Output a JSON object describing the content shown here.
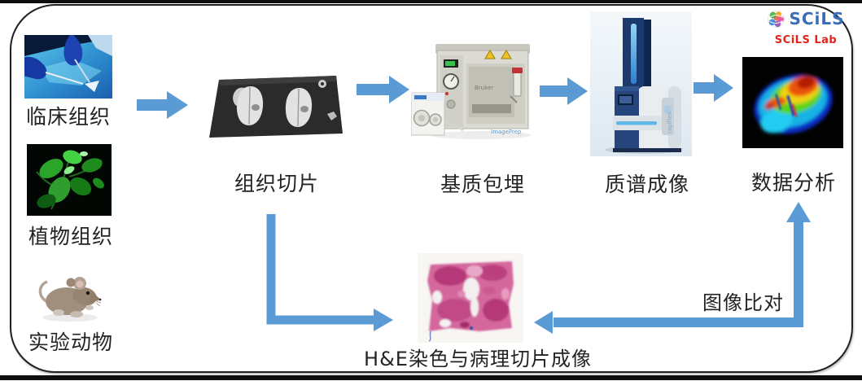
{
  "header": {
    "logo_text": "SCiLS",
    "logo_subtext": "SCiLS Lab"
  },
  "sources": [
    {
      "label": "临床组织",
      "image": "clinical-surgery-photo"
    },
    {
      "label": "植物组织",
      "image": "plant-fluorescence-photo"
    },
    {
      "label": "实验动物",
      "image": "lab-mouse-photo"
    }
  ],
  "steps": [
    {
      "label": "组织切片",
      "image": "tissue-section-slide-photo"
    },
    {
      "label": "基质包埋",
      "image": "matrix-coating-instrument-photo"
    },
    {
      "label": "质谱成像",
      "image": "mass-spectrometer-photo"
    },
    {
      "label": "数据分析",
      "image": "msi-heatmap-photo"
    }
  ],
  "bottom_step": {
    "label": "H&E染色与病理切片成像",
    "image": "he-stained-section-photo"
  },
  "annotations": {
    "comparison": "图像比对"
  },
  "colors": {
    "arrow_blue": "#5b9bd5",
    "logo_blue": "#3a6db8",
    "logo_red": "#e2231a",
    "frame_border": "#1f1f1f"
  }
}
